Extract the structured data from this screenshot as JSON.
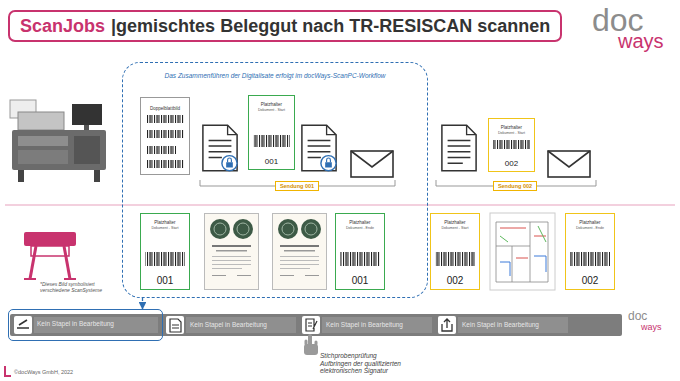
{
  "diagram": {
    "nodes": [
      {
        "text": [
          "ScanJobs",
          "|gemischtes Beleggut nach TR-RESISCAN scannen"
        ]
      },
      {
        "text": [
          "Das Zusammenführen der Digitalisate erfolgt im docWays-ScanPC-Workflow"
        ]
      },
      {
        "text": [
          "Doppelblattbild"
        ],
        "in": 1
      },
      {
        "text": [
          "Platzhalter",
          "Dokument - Start",
          "001"
        ],
        "in": 1
      },
      {
        "text": [
          "Sendung 001"
        ],
        "in": 1
      },
      {
        "text": [
          "Platzhalter",
          "Dokument - Start",
          "001"
        ],
        "in": 1
      },
      {
        "text": [
          "Platzhalter",
          "Dokument - Ende",
          "001"
        ],
        "in": 1
      },
      {
        "text": [
          "Platzhalter",
          "Dokument - Start",
          "002"
        ]
      },
      {
        "text": [
          "Sendung 002"
        ]
      },
      {
        "text": [
          "Platzhalter",
          "Dokument - Start",
          "002"
        ]
      },
      {
        "text": [
          "Platzhalter",
          "Dokument - Ende",
          "002"
        ]
      },
      {
        "text": [
          "Kein Stapel in Bearbeitung"
        ]
      },
      {
        "text": [
          "Kein Stapel in Bearbeitung"
        ]
      },
      {
        "text": [
          "Kein Stapel in Bearbeitung"
        ]
      },
      {
        "text": [
          "Kein Stapel in Bearbeitung"
        ]
      }
    ],
    "edges": [
      {
        "from": 1,
        "to": 11,
        "arrow": "to"
      }
    ],
    "labels": [
      "doc",
      "ways",
      "*Dieses Bild symbolisiert verschiedene ScanSysteme",
      "Stichprobenprüfung",
      "Aufbringen der qualifizierten elektronischen Signatur",
      "doc",
      "ways",
      "©docWays GmbH, 2022"
    ]
  }
}
